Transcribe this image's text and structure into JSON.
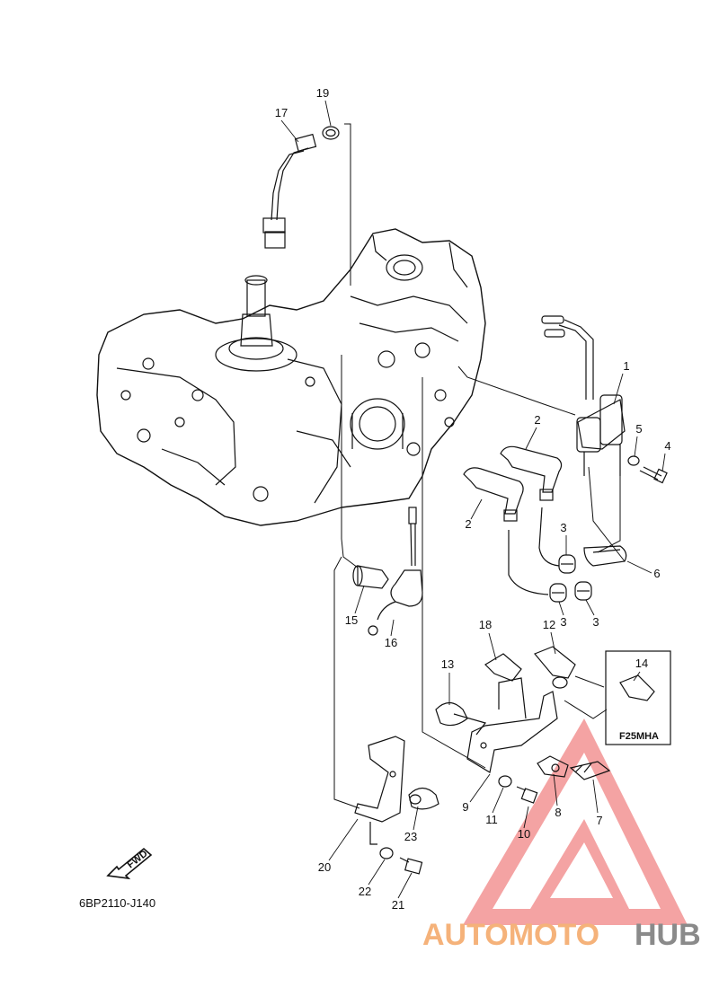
{
  "diagram_code": "6BP2110-J140",
  "fwd_label": "FWD",
  "variant_label": "F25MHA",
  "callouts": [
    "1",
    "2",
    "2",
    "3",
    "3",
    "3",
    "4",
    "5",
    "6",
    "7",
    "8",
    "9",
    "10",
    "11",
    "12",
    "13",
    "14",
    "15",
    "16",
    "17",
    "18",
    "19",
    "20",
    "21",
    "22",
    "23"
  ],
  "watermark": {
    "text_a": "AUTOMOTO",
    "text_b": "HUB",
    "color_a": "#f5b27a",
    "color_b": "#8a8a8a",
    "triangle_color": "#f08a8a"
  }
}
